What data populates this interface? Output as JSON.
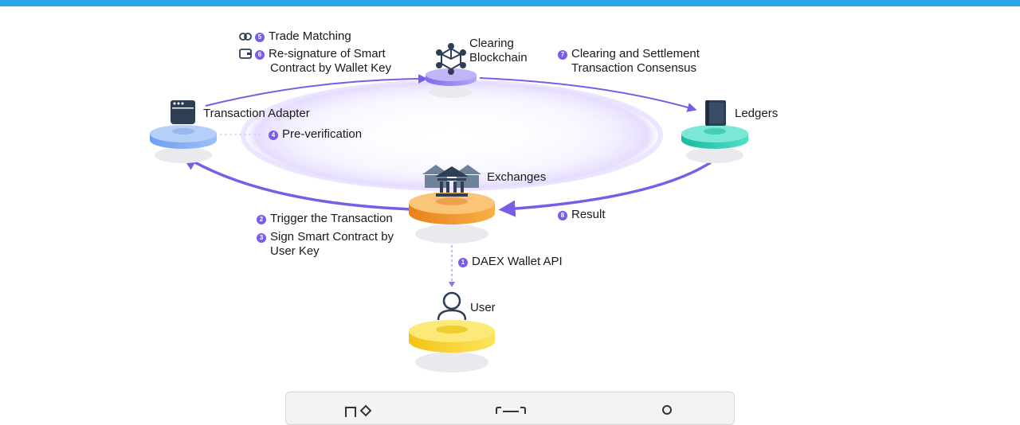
{
  "nodes": {
    "clearing": {
      "line1": "Clearing",
      "line2": "Blockchain"
    },
    "adapter": {
      "label": "Transaction Adapter"
    },
    "ledgers": {
      "label": "Ledgers"
    },
    "exchanges": {
      "label": "Exchanges"
    },
    "user": {
      "label": "User"
    }
  },
  "steps": {
    "s1": {
      "num": "1",
      "text": "DAEX Wallet API"
    },
    "s2": {
      "num": "2",
      "text": "Trigger the Transaction"
    },
    "s3": {
      "num": "3",
      "line1": "Sign Smart Contract by",
      "line2": "User Key"
    },
    "s4": {
      "num": "4",
      "text": "Pre-verification"
    },
    "s5": {
      "num": "5",
      "text": "Trade Matching"
    },
    "s6": {
      "num": "6",
      "line1": "Re-signature of Smart",
      "line2": "Contract by Wallet Key"
    },
    "s7": {
      "num": "7",
      "line1": "Clearing and Settlement",
      "line2": "Transaction Consensus"
    },
    "s8": {
      "num": "8",
      "text": "Result"
    }
  },
  "colors": {
    "accent": "#7b5ce6",
    "topbar": "#2fa4e7",
    "adapter": "#8ab4f5",
    "clearing": "#9b8df2",
    "ledgers": "#2fcdb4",
    "exchanges": "#f2992e",
    "user": "#f7d43a"
  },
  "icons": {
    "adapter": "browser-window-icon",
    "clearing": "blockchain-cube-icon",
    "ledgers": "book-icon",
    "exchanges": "bank-icon",
    "user": "user-icon",
    "s5": "link-icon",
    "s6": "wallet-icon"
  }
}
